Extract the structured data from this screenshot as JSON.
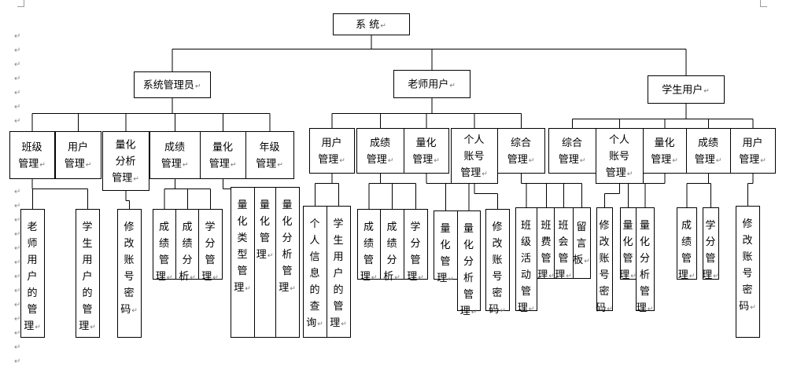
{
  "colors": {
    "line": "#000000",
    "box_fill": "#ffffff",
    "paragraph_mark": "#7a7a7a"
  },
  "paragraph_mark": "↵",
  "tree": {
    "label": "系  统",
    "children": [
      {
        "label": "系统管理员",
        "children": [
          {
            "label": "班级\n管理",
            "children": [
              {
                "label": "老\n师\n用\n户\n的\n管\n理"
              },
              {
                "label": "学\n生\n用\n户\n的\n管\n理"
              }
            ]
          },
          {
            "label": "用户\n管理"
          },
          {
            "label": "量化\n分析\n管理",
            "children": [
              {
                "label": "修\n改\n账\n号\n密\n码"
              }
            ]
          },
          {
            "label": "成绩\n管理",
            "children": [
              {
                "label": "成\n绩\n管\n理"
              },
              {
                "label": "成\n绩\n分\n析"
              },
              {
                "label": "学\n分\n管\n理"
              }
            ]
          },
          {
            "label": "量化\n管理",
            "children": [
              {
                "label": "量\n化\n类\n型\n管\n理"
              },
              {
                "label": "量\n化\n管\n理"
              },
              {
                "label": "量\n化\n分\n析\n管\n理"
              }
            ]
          },
          {
            "label": "年级\n管理"
          }
        ]
      },
      {
        "label": "老师用户",
        "children": [
          {
            "label": "用户\n管理",
            "children": [
              {
                "label": "个\n人\n信\n息\n的\n查\n询"
              },
              {
                "label": "学\n生\n用\n户\n的\n管\n理"
              }
            ]
          },
          {
            "label": "成绩\n管理",
            "children": [
              {
                "label": "成\n绩\n管\n理"
              },
              {
                "label": "成\n绩\n分\n析"
              },
              {
                "label": "学\n分\n管\n理"
              }
            ]
          },
          {
            "label": "量化\n管理",
            "children": [
              {
                "label": "量\n化\n管\n理"
              },
              {
                "label": "量\n化\n分\n析\n管\n理"
              }
            ]
          },
          {
            "label": "个人\n账号\n管理",
            "children": [
              {
                "label": "修\n改\n账\n号\n密\n码"
              }
            ]
          },
          {
            "label": "综合\n管理",
            "children": [
              {
                "label": "班\n级\n活\n动\n管\n理"
              },
              {
                "label": "班\n费\n管\n理"
              },
              {
                "label": "班\n会\n管\n理"
              },
              {
                "label": "留\n言\n板"
              }
            ]
          }
        ]
      },
      {
        "label": "学生用户",
        "children": [
          {
            "label": "综合\n管理"
          },
          {
            "label": "个人\n账号\n管理",
            "children": [
              {
                "label": "修\n改\n账\n号\n密\n码"
              }
            ]
          },
          {
            "label": "量化\n管理",
            "children": [
              {
                "label": "量\n化\n管\n理"
              },
              {
                "label": "量\n化\n分\n析\n管\n理"
              }
            ]
          },
          {
            "label": "成绩\n管理",
            "children": [
              {
                "label": "成\n绩\n管\n理"
              },
              {
                "label": "学\n分\n管\n理"
              }
            ]
          },
          {
            "label": "用户\n管理",
            "children": [
              {
                "label": "修\n改\n账\n号\n密\n码"
              }
            ]
          }
        ]
      }
    ]
  }
}
